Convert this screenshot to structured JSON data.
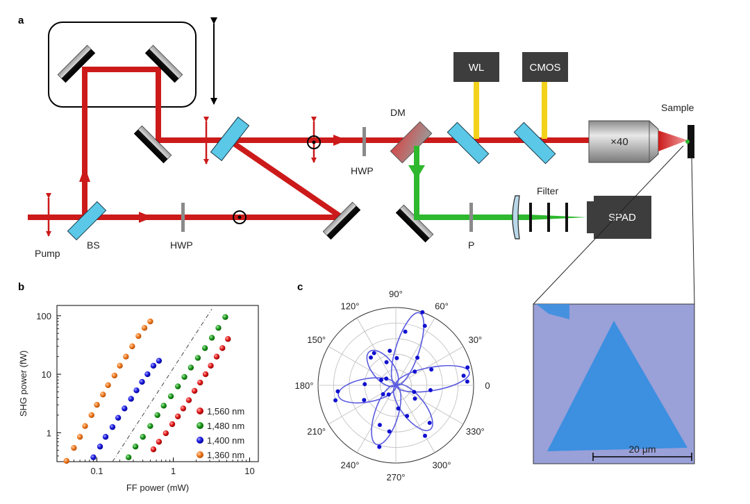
{
  "panel_a": {
    "label": "a",
    "labels": {
      "pump": "Pump",
      "bs": "BS",
      "hwp1": "HWP",
      "hwp2": "HWP",
      "dm": "DM",
      "wl": "WL",
      "cmos": "CMOS",
      "objective": "×40",
      "sample": "Sample",
      "filter": "Filter",
      "spad": "SPAD",
      "polarizer": "P"
    },
    "colors": {
      "beam_red": "#cc1a1a",
      "beam_green": "#2eb82e",
      "beam_yellow": "#f2d21b",
      "splitter": "#5bc8e8",
      "box": "#3d3d3d"
    }
  },
  "panel_b": {
    "label": "b"
  },
  "panel_c": {
    "label": "c"
  },
  "micrograph": {
    "scale_label": "20 μm",
    "colors": {
      "background": "#9aa0d8",
      "flake": "#3d8fe0"
    }
  },
  "chart_data": [
    {
      "type": "scatter",
      "xlabel": "FF power (mW)",
      "ylabel": "SHG power (fW)",
      "xscale": "log",
      "yscale": "log",
      "xlim": [
        0.03,
        13
      ],
      "ylim": [
        0.32,
        150
      ],
      "xticks": [
        0.1,
        1,
        10
      ],
      "xtick_labels": [
        "0.1",
        "1",
        "10"
      ],
      "yticks": [
        1,
        10,
        100
      ],
      "ytick_labels": [
        "1",
        "10",
        "100"
      ],
      "legend_position": "bottom-right",
      "series": [
        {
          "name": "1,560 nm",
          "color": "#e41a1a",
          "points": [
            [
              0.55,
              0.52
            ],
            [
              0.65,
              0.7
            ],
            [
              0.8,
              0.98
            ],
            [
              0.97,
              1.4
            ],
            [
              1.15,
              1.9
            ],
            [
              1.35,
              2.6
            ],
            [
              1.6,
              3.6
            ],
            [
              1.9,
              5.2
            ],
            [
              2.25,
              7.2
            ],
            [
              2.65,
              10
            ],
            [
              3.1,
              14
            ],
            [
              3.7,
              20
            ],
            [
              4.4,
              28
            ],
            [
              5.2,
              40
            ]
          ]
        },
        {
          "name": "1,480 nm",
          "color": "#1f9a1f",
          "points": [
            [
              0.26,
              0.38
            ],
            [
              0.32,
              0.58
            ],
            [
              0.4,
              0.85
            ],
            [
              0.5,
              1.3
            ],
            [
              0.62,
              2.0
            ],
            [
              0.75,
              2.9
            ],
            [
              0.93,
              4.2
            ],
            [
              1.15,
              6.2
            ],
            [
              1.4,
              9
            ],
            [
              1.7,
              13
            ],
            [
              2.1,
              19
            ],
            [
              2.6,
              28
            ],
            [
              3.2,
              42
            ],
            [
              3.9,
              62
            ],
            [
              4.8,
              95
            ]
          ]
        },
        {
          "name": "1,400 nm",
          "color": "#1a1ae0",
          "points": [
            [
              0.09,
              0.38
            ],
            [
              0.11,
              0.58
            ],
            [
              0.13,
              0.85
            ],
            [
              0.16,
              1.25
            ],
            [
              0.19,
              1.8
            ],
            [
              0.23,
              2.6
            ],
            [
              0.28,
              3.8
            ],
            [
              0.33,
              5.3
            ],
            [
              0.39,
              7.4
            ],
            [
              0.46,
              10
            ],
            [
              0.55,
              14
            ],
            [
              0.65,
              17
            ]
          ]
        },
        {
          "name": "1,360 nm",
          "color": "#f07a20",
          "points": [
            [
              0.04,
              0.33
            ],
            [
              0.05,
              0.55
            ],
            [
              0.06,
              0.85
            ],
            [
              0.07,
              1.3
            ],
            [
              0.085,
              2.0
            ],
            [
              0.1,
              3.0
            ],
            [
              0.12,
              4.5
            ],
            [
              0.14,
              6.5
            ],
            [
              0.17,
              9.5
            ],
            [
              0.2,
              14
            ],
            [
              0.24,
              20
            ],
            [
              0.29,
              30
            ],
            [
              0.35,
              45
            ],
            [
              0.42,
              62
            ],
            [
              0.5,
              80
            ]
          ]
        }
      ],
      "reference_line": {
        "style": "dash-dot",
        "points": [
          [
            0.16,
            0.32
          ],
          [
            3.2,
            130
          ]
        ]
      }
    },
    {
      "type": "polar",
      "angle_labels": [
        "0",
        "30°",
        "60°",
        "90°",
        "120°",
        "150°",
        "180°",
        "210°",
        "240°",
        "270°",
        "300°",
        "330°"
      ],
      "rings": 5,
      "fit_color": "#5a5ae0",
      "point_color": "#1010d0",
      "fit_lobes": [
        {
          "angle_deg": 10,
          "length": 0.96,
          "width": 0.15
        },
        {
          "angle_deg": 72,
          "length": 0.98,
          "width": 0.15
        },
        {
          "angle_deg": 128,
          "length": 0.55,
          "width": 0.14
        },
        {
          "angle_deg": 190,
          "length": 0.75,
          "width": 0.15
        },
        {
          "angle_deg": 252,
          "length": 0.8,
          "width": 0.15
        },
        {
          "angle_deg": 308,
          "length": 0.72,
          "width": 0.15
        }
      ],
      "points": [
        [
          3,
          0.92
        ],
        [
          8,
          0.88
        ],
        [
          14,
          0.95
        ],
        [
          24,
          0.5
        ],
        [
          36,
          0.3
        ],
        [
          52,
          0.45
        ],
        [
          64,
          0.85
        ],
        [
          70,
          1.0
        ],
        [
          80,
          0.7
        ],
        [
          88,
          0.35
        ],
        [
          100,
          0.45
        ],
        [
          112,
          0.32
        ],
        [
          124,
          0.5
        ],
        [
          132,
          0.48
        ],
        [
          145,
          0.15
        ],
        [
          160,
          0.2
        ],
        [
          178,
          0.4
        ],
        [
          186,
          0.75
        ],
        [
          194,
          0.8
        ],
        [
          205,
          0.45
        ],
        [
          215,
          0.2
        ],
        [
          232,
          0.15
        ],
        [
          248,
          0.55
        ],
        [
          255,
          0.82
        ],
        [
          262,
          0.6
        ],
        [
          276,
          0.3
        ],
        [
          290,
          0.42
        ],
        [
          300,
          0.75
        ],
        [
          312,
          0.65
        ],
        [
          325,
          0.3
        ],
        [
          340,
          0.25
        ],
        [
          352,
          0.45
        ]
      ]
    }
  ]
}
